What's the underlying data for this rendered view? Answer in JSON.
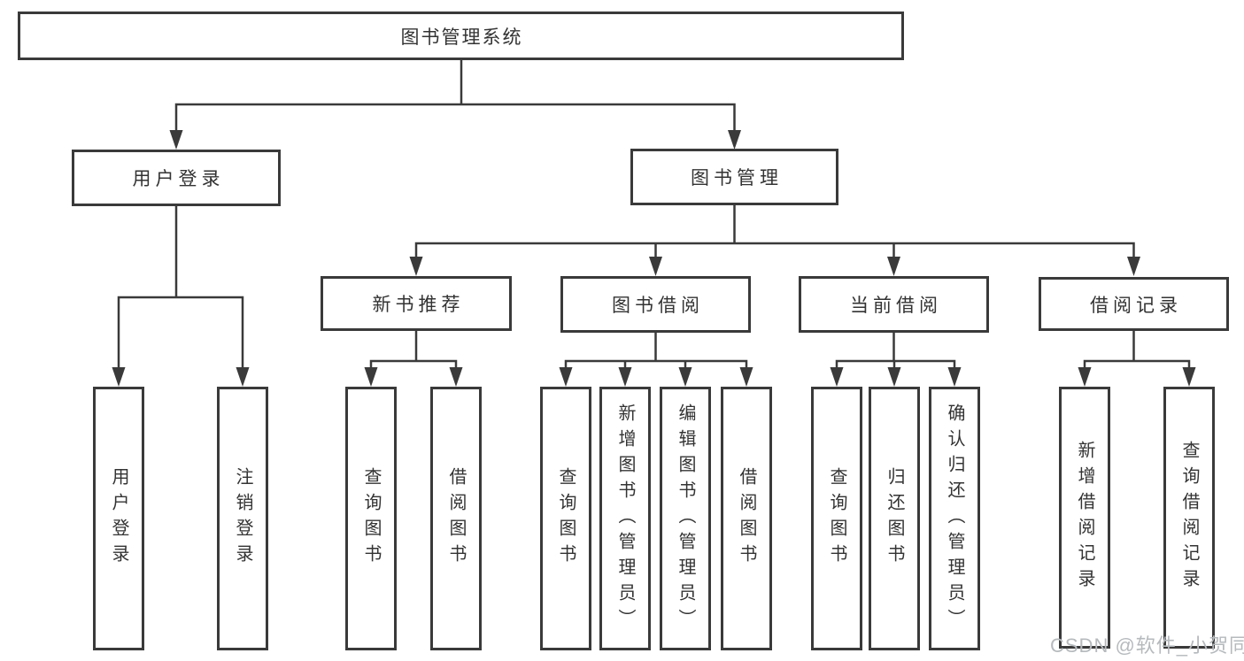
{
  "tree": {
    "label": "图书管理系统",
    "children": [
      {
        "label": "用户登录",
        "children": [
          {
            "label": "用户登录"
          },
          {
            "label": "注销登录"
          }
        ]
      },
      {
        "label": "图书管理",
        "children": [
          {
            "label": "新书推荐",
            "children": [
              {
                "label": "查询图书"
              },
              {
                "label": "借阅图书"
              }
            ]
          },
          {
            "label": "图书借阅",
            "children": [
              {
                "label": "查询图书"
              },
              {
                "label": "新增图书（管理员）"
              },
              {
                "label": "编辑图书（管理员）"
              },
              {
                "label": "借阅图书"
              }
            ]
          },
          {
            "label": "当前借阅",
            "children": [
              {
                "label": "查询图书"
              },
              {
                "label": "归还图书"
              },
              {
                "label": "确认归还（管理员）"
              }
            ]
          },
          {
            "label": "借阅记录",
            "children": [
              {
                "label": "新增借阅记录"
              },
              {
                "label": "查询借阅记录"
              }
            ]
          }
        ]
      }
    ]
  },
  "watermark": "CSDN @软件_小贺同学",
  "colors": {
    "line": "#3a3a3a",
    "text": "#333333",
    "watermark": "#b6babd"
  }
}
